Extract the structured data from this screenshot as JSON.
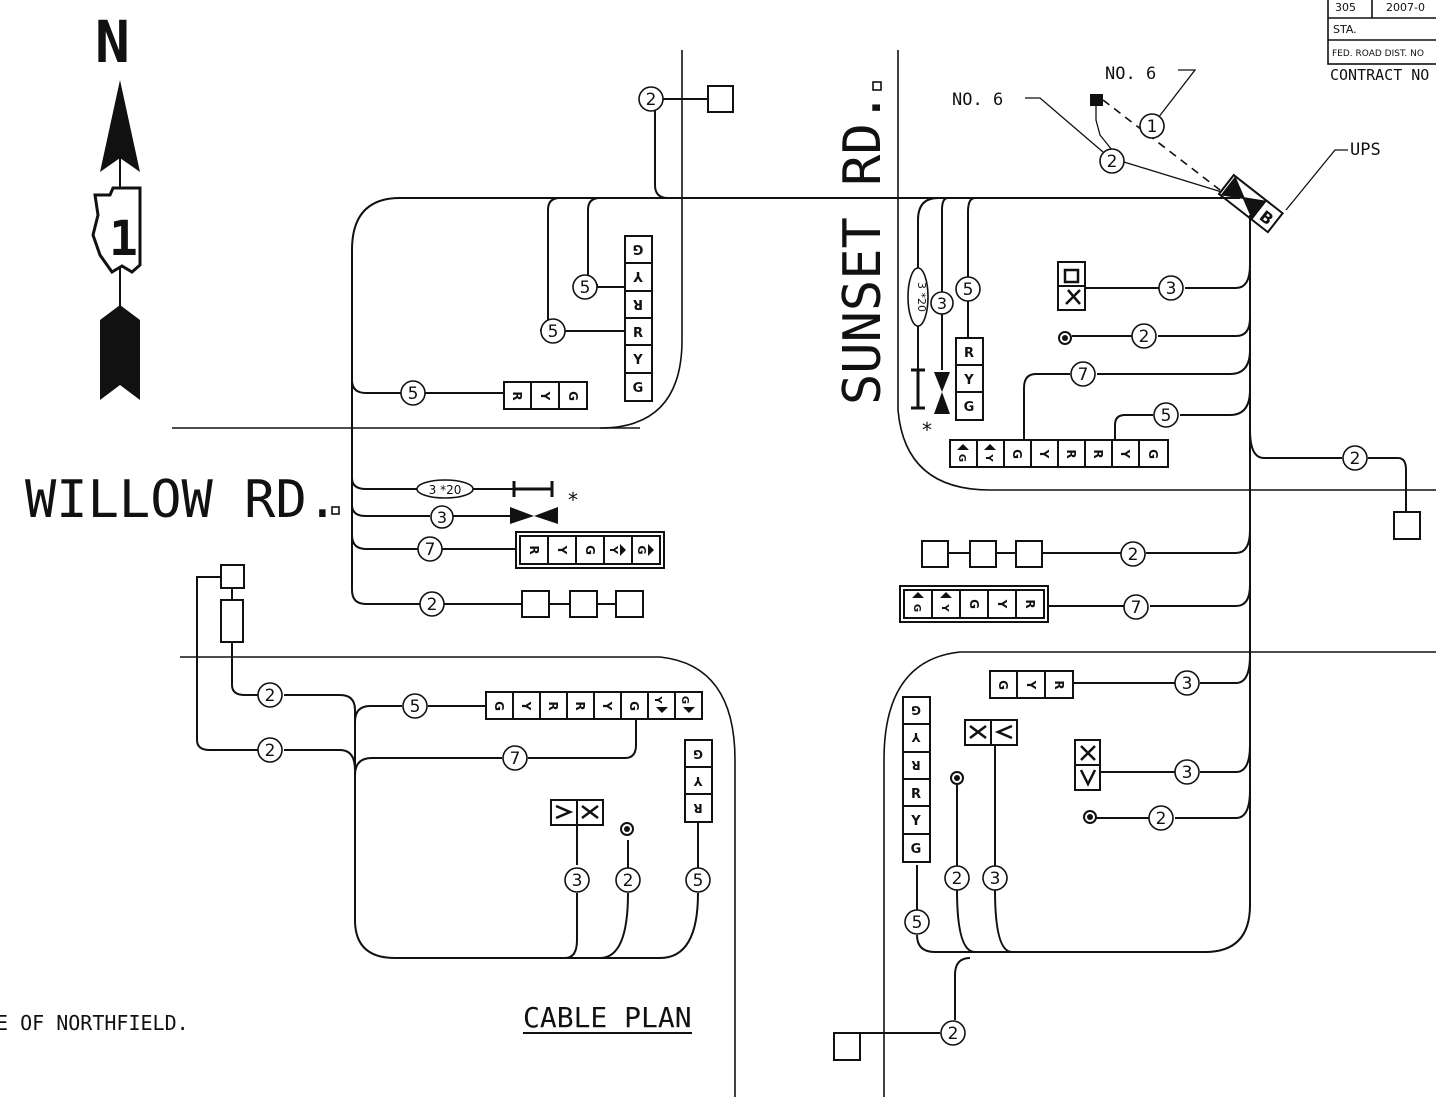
{
  "north_arrow": {
    "letter": "N",
    "route_number": "1"
  },
  "roads": {
    "willow": "WILLOW RD.",
    "sunset": "SUNSET RD."
  },
  "title_block": {
    "row1_a": "305",
    "row1_b": "2007-0",
    "row2": "STA.",
    "row3": "FED. ROAD DIST. NO",
    "contract": "CONTRACT NO"
  },
  "annotations": {
    "no6_a": "NO. 6",
    "no6_b": "NO. 6",
    "ups": "UPS",
    "cabinet_letter": "B",
    "asterisk": "*",
    "bottom_left": "E OF NORTHFIELD.",
    "plan_title": "CABLE PLAN"
  },
  "cable_labels": {
    "c1": "1",
    "c2": "2",
    "c3": "3",
    "c5": "5",
    "c7": "7",
    "c3x20": "3 *20"
  },
  "signal_letters": {
    "r": "R",
    "y": "Y",
    "g": "G"
  }
}
